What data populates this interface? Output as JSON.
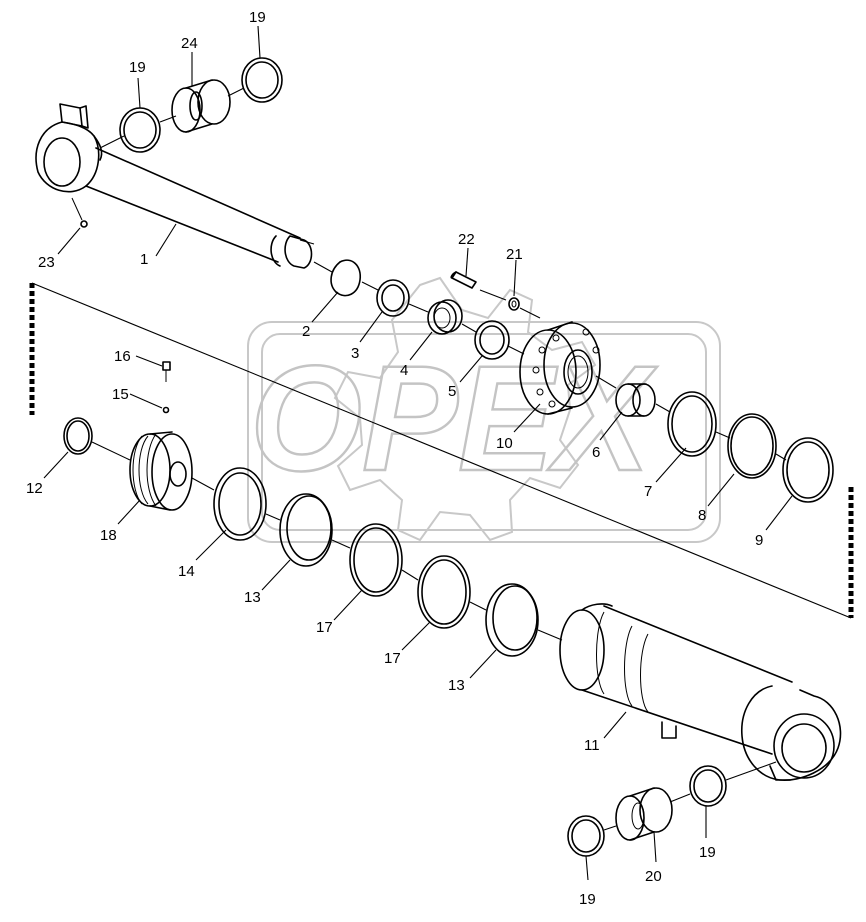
{
  "diagram": {
    "watermark": "OPEX",
    "callouts": {
      "c1": "1",
      "c2": "2",
      "c3": "3",
      "c4": "4",
      "c5": "5",
      "c6": "6",
      "c7": "7",
      "c8": "8",
      "c9": "9",
      "c10": "10",
      "c11": "11",
      "c12": "12",
      "c13a": "13",
      "c13b": "13",
      "c14": "14",
      "c15": "15",
      "c16": "16",
      "c17a": "17",
      "c17b": "17",
      "c18": "18",
      "c19a": "19",
      "c19b": "19",
      "c19c": "19",
      "c19d": "19",
      "c20": "20",
      "c21": "21",
      "c22": "22",
      "c23": "23",
      "c24": "24"
    }
  }
}
